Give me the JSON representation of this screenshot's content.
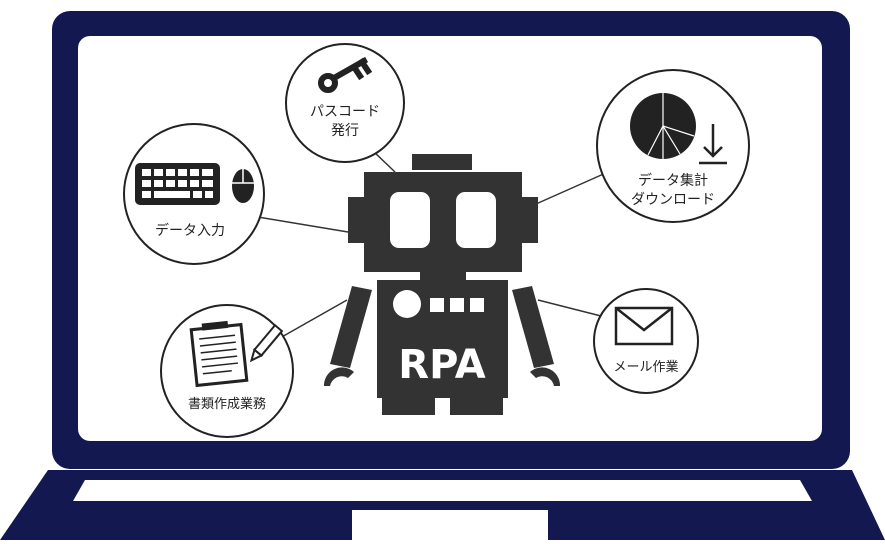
{
  "diagram": {
    "robot_label": "RPA",
    "tasks": [
      {
        "id": "password",
        "lines": [
          "パスコード",
          "発行"
        ],
        "icon": "key-icon"
      },
      {
        "id": "data-entry",
        "lines": [
          "データ入力"
        ],
        "icon": "keyboard-mouse-icon"
      },
      {
        "id": "data-aggregation",
        "lines": [
          "データ集計",
          "ダウンロード"
        ],
        "icon": "pie-chart-download-icon"
      },
      {
        "id": "documents",
        "lines": [
          "書類作成業務"
        ],
        "icon": "clipboard-pencil-icon"
      },
      {
        "id": "email",
        "lines": [
          "メール作業"
        ],
        "icon": "envelope-icon"
      }
    ]
  },
  "colors": {
    "laptop_frame": "#141850",
    "robot": "#333333",
    "screen": "#ffffff",
    "background": "#ffffff"
  }
}
